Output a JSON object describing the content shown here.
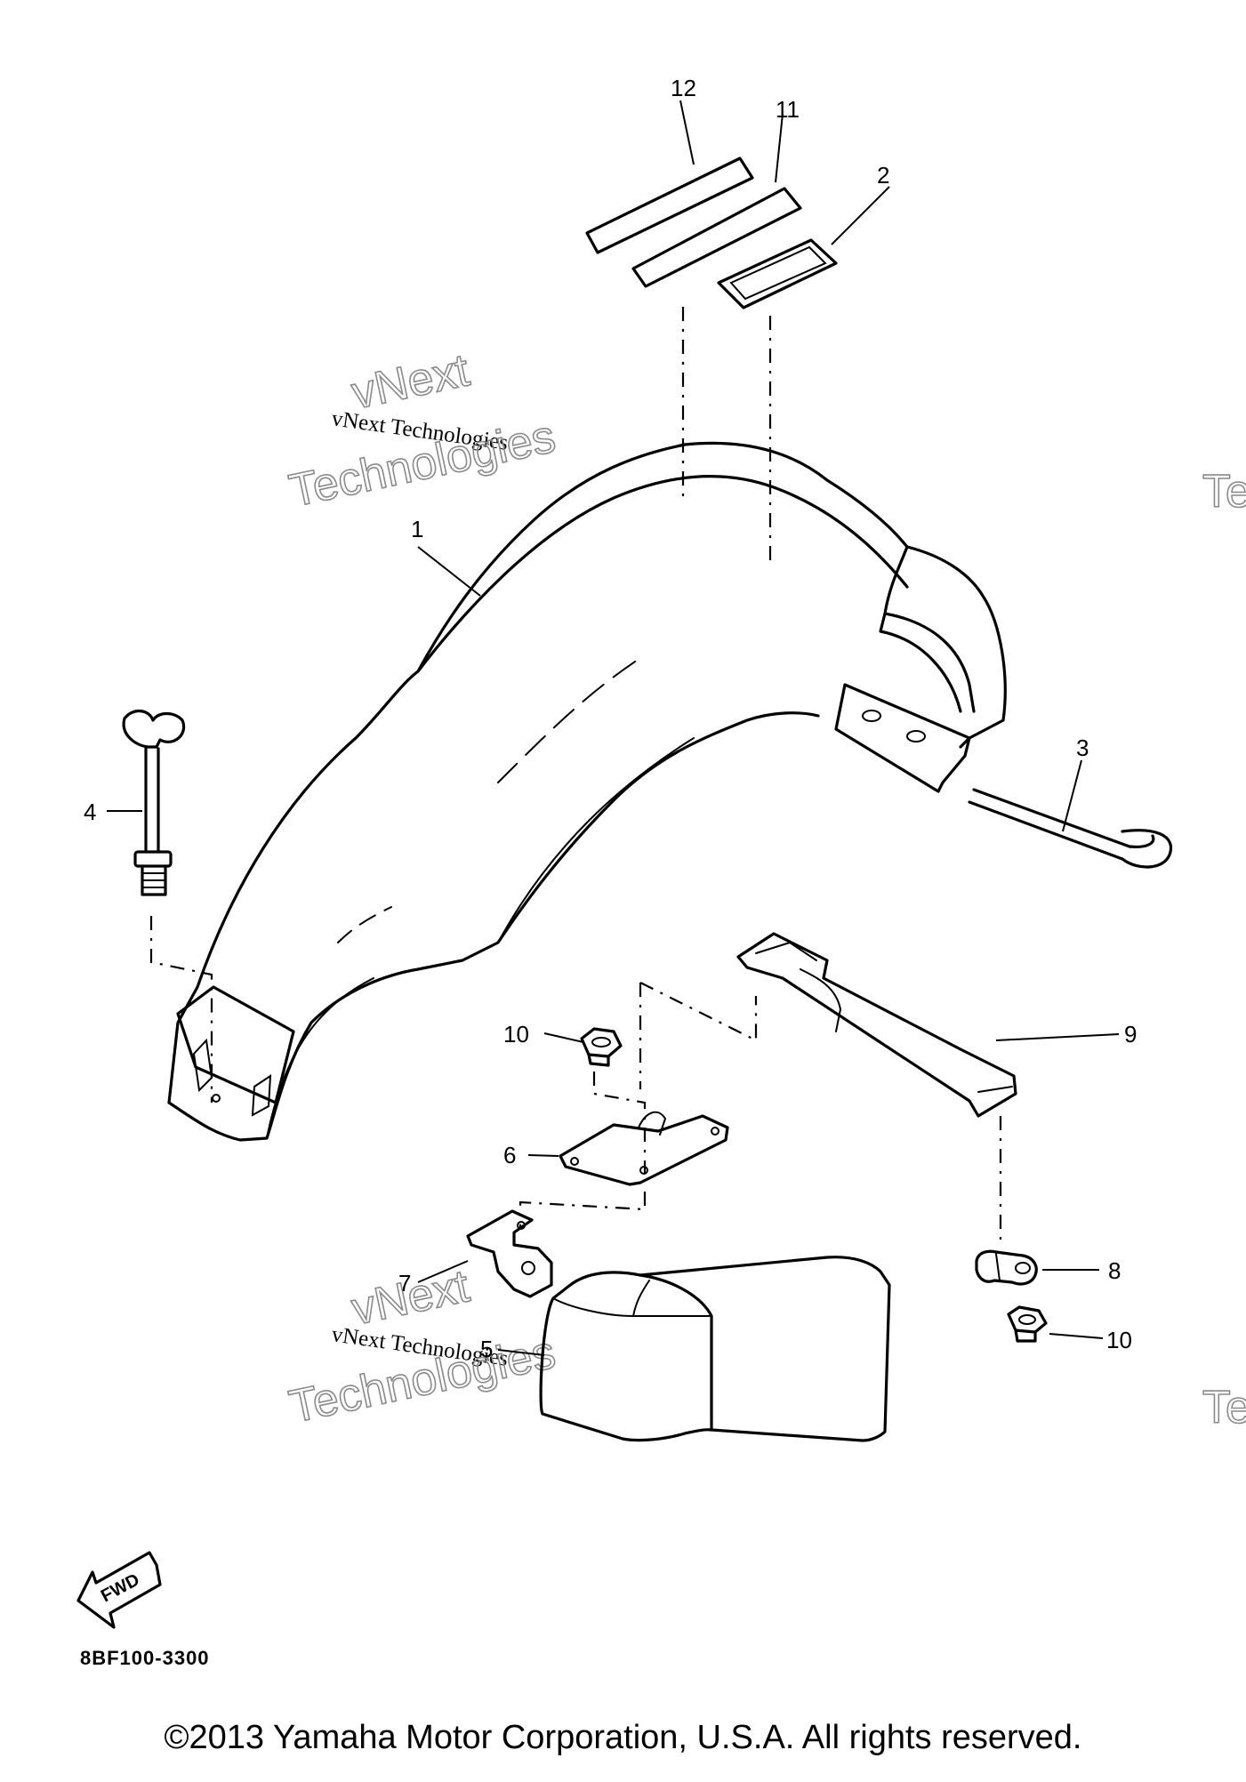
{
  "diagram": {
    "callouts": {
      "c1": "1",
      "c2": "2",
      "c3": "3",
      "c4": "4",
      "c5": "5",
      "c6": "6",
      "c7": "7",
      "c8": "8",
      "c9": "9",
      "c10a": "10",
      "c10b": "10",
      "c11": "11",
      "c12": "12"
    },
    "fwd_label": "FWD",
    "diagram_code": "8BF100-3300"
  },
  "watermarks": {
    "serif_text": "vNext Technologies",
    "outline_line1": "vNext",
    "outline_line2": "Technologies",
    "edge_fragment": "Te"
  },
  "footer": {
    "copyright": "©2013 Yamaha Motor Corporation, U.S.A. All rights reserved."
  }
}
